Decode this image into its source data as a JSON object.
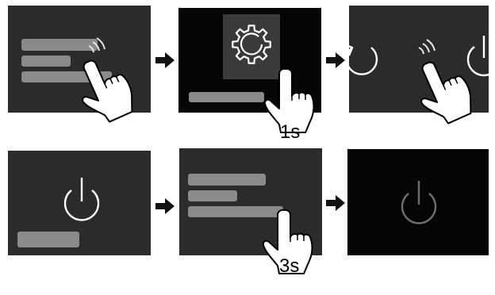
{
  "steps": [
    {
      "id": "step-1-menu-swipe"
    },
    {
      "id": "step-2-settings-hold",
      "hold_label": "1s"
    },
    {
      "id": "step-3-swipe-to-power"
    },
    {
      "id": "step-4-power-screen"
    },
    {
      "id": "step-5-menu-hold",
      "hold_label": "3s"
    },
    {
      "id": "step-6-powered-off"
    }
  ],
  "icons": {
    "settings": "gear-icon",
    "restart": "restart-arrow-icon",
    "power": "power-icon",
    "hand": "pointing-hand-icon",
    "swipe": "swipe-motion-lines-icon",
    "arrow": "right-arrow-icon"
  },
  "colors": {
    "panel_dark": "#2b2b2b",
    "panel_black": "#050505",
    "ui_bar": "#8a8a8a",
    "icon_white": "#ffffff",
    "icon_dim": "#6e6e6e",
    "gear_tile": "#3a3a3a",
    "hand_fill": "#ffffff",
    "hand_outline": "#000000"
  }
}
